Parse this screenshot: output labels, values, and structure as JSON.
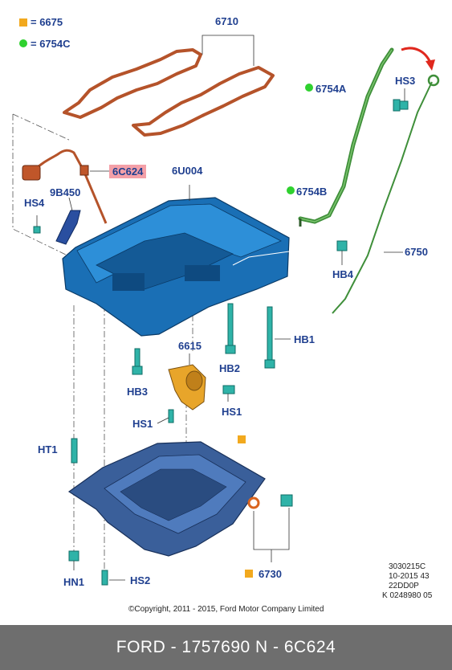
{
  "legend": [
    {
      "symbol": "square",
      "color": "#f2a91e",
      "text": "= 6675"
    },
    {
      "symbol": "circle",
      "color": "#2fd12f",
      "text": "= 6754C"
    }
  ],
  "labels": {
    "p6710": "6710",
    "p6c624": "6C624",
    "p6u004": "6U004",
    "p9b450": "9B450",
    "hs4": "HS4",
    "p6754a": "6754A",
    "hs3": "HS3",
    "p6754b": "6754B",
    "p6750": "6750",
    "hb4": "HB4",
    "hb1": "HB1",
    "hb2": "HB2",
    "hb3": "HB3",
    "p6615": "6615",
    "hs1a": "HS1",
    "hs1b": "HS1",
    "ht1": "HT1",
    "hn1": "HN1",
    "hs2": "HS2",
    "p6730": "6730"
  },
  "ref_block": {
    "line1": "3030215C",
    "line2": "10-2015 43",
    "line3": "22DD0P",
    "line4": "K 0248980 05"
  },
  "copyright": "©Copyright, 2011 - 2015, Ford Motor Company Limited",
  "footer": "FORD - 1757690     N - 6C624",
  "colors": {
    "label": "#1f3f8f",
    "highlight": "#f4a0a8",
    "part_blue": "#1a6fb5",
    "part_green": "#3f8f3a",
    "gasket": "#b5532a",
    "fastener": "#2fb3a8",
    "pan": "#3a5f9a",
    "footer_bg": "#6e6e6e"
  }
}
